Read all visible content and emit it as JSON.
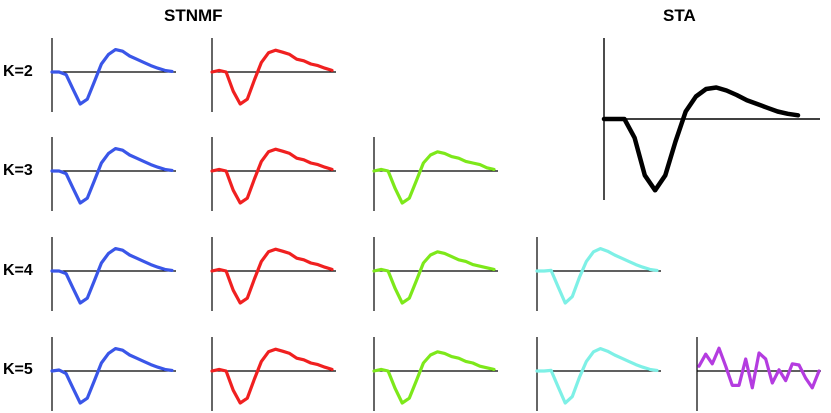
{
  "titles": {
    "stnmf": "STNMF",
    "sta": "STA"
  },
  "row_labels": [
    "K=2",
    "K=3",
    "K=4",
    "K=5"
  ],
  "colors": {
    "blue": "#3a56e8",
    "red": "#f02020",
    "green": "#7de81a",
    "cyan": "#7ef0e6",
    "purple": "#b43ce0",
    "black": "#000000",
    "axis": "#000000"
  },
  "chart_data": [
    {
      "type": "line",
      "title": "STNMF",
      "rows": [
        {
          "label": "K=2",
          "series": [
            {
              "color": "blue",
              "values": [
                0,
                0,
                -0.08,
                -0.55,
                -1.0,
                -0.85,
                -0.3,
                0.25,
                0.55,
                0.7,
                0.65,
                0.5,
                0.4,
                0.3,
                0.2,
                0.12,
                0.05,
                0.02
              ]
            },
            {
              "color": "red",
              "values": [
                0,
                0.05,
                0,
                -0.6,
                -1.0,
                -0.85,
                -0.25,
                0.3,
                0.6,
                0.68,
                0.62,
                0.55,
                0.4,
                0.35,
                0.25,
                0.2,
                0.12,
                0.05
              ]
            }
          ]
        },
        {
          "label": "K=3",
          "series": [
            {
              "color": "blue",
              "values": [
                0,
                0,
                -0.08,
                -0.55,
                -1.0,
                -0.85,
                -0.3,
                0.25,
                0.55,
                0.7,
                0.65,
                0.5,
                0.4,
                0.3,
                0.2,
                0.12,
                0.05,
                0.02
              ]
            },
            {
              "color": "red",
              "values": [
                0,
                0.05,
                0,
                -0.6,
                -1.0,
                -0.85,
                -0.25,
                0.3,
                0.6,
                0.68,
                0.62,
                0.55,
                0.4,
                0.35,
                0.25,
                0.2,
                0.12,
                0.05
              ]
            },
            {
              "color": "green",
              "values": [
                0,
                0.05,
                0,
                -0.55,
                -1.0,
                -0.85,
                -0.3,
                0.25,
                0.5,
                0.6,
                0.55,
                0.45,
                0.4,
                0.3,
                0.25,
                0.2,
                0.1,
                0.05
              ]
            }
          ]
        },
        {
          "label": "K=4",
          "series": [
            {
              "color": "blue",
              "values": [
                0,
                0,
                -0.08,
                -0.55,
                -1.0,
                -0.85,
                -0.3,
                0.25,
                0.55,
                0.7,
                0.65,
                0.5,
                0.4,
                0.3,
                0.2,
                0.12,
                0.05,
                0.02
              ]
            },
            {
              "color": "red",
              "values": [
                0,
                0.05,
                0,
                -0.6,
                -1.0,
                -0.85,
                -0.25,
                0.3,
                0.6,
                0.68,
                0.62,
                0.55,
                0.4,
                0.35,
                0.25,
                0.2,
                0.12,
                0.05
              ]
            },
            {
              "color": "green",
              "values": [
                0,
                0.05,
                0,
                -0.55,
                -1.0,
                -0.85,
                -0.3,
                0.25,
                0.5,
                0.6,
                0.55,
                0.45,
                0.35,
                0.3,
                0.2,
                0.15,
                0.1,
                0.05
              ]
            },
            {
              "color": "cyan",
              "values": [
                0,
                0,
                0.02,
                -0.5,
                -1.0,
                -0.8,
                -0.2,
                0.3,
                0.6,
                0.7,
                0.62,
                0.5,
                0.4,
                0.3,
                0.2,
                0.12,
                0.05,
                0.02
              ]
            }
          ]
        },
        {
          "label": "K=5",
          "series": [
            {
              "color": "blue",
              "values": [
                0,
                0.03,
                -0.08,
                -0.55,
                -1.0,
                -0.85,
                -0.3,
                0.25,
                0.55,
                0.7,
                0.65,
                0.5,
                0.4,
                0.3,
                0.2,
                0.12,
                0.05,
                0.02
              ]
            },
            {
              "color": "red",
              "values": [
                0,
                0.05,
                0,
                -0.6,
                -1.0,
                -0.85,
                -0.25,
                0.3,
                0.6,
                0.68,
                0.62,
                0.55,
                0.4,
                0.35,
                0.25,
                0.2,
                0.12,
                0.05
              ]
            },
            {
              "color": "green",
              "values": [
                0,
                0.05,
                0,
                -0.55,
                -1.0,
                -0.85,
                -0.3,
                0.25,
                0.5,
                0.6,
                0.55,
                0.45,
                0.4,
                0.3,
                0.25,
                0.15,
                0.1,
                0.05
              ]
            },
            {
              "color": "cyan",
              "values": [
                0,
                0,
                0.02,
                -0.5,
                -1.0,
                -0.8,
                -0.2,
                0.3,
                0.6,
                0.7,
                0.62,
                0.5,
                0.4,
                0.3,
                0.2,
                0.12,
                0.05,
                0.02
              ]
            },
            {
              "color": "purple",
              "values": [
                0.2,
                0.7,
                0.3,
                0.95,
                0.2,
                -0.6,
                -0.6,
                0.5,
                -0.7,
                0.75,
                0.5,
                -0.5,
                0.05,
                -0.4,
                0.3,
                0.25,
                -0.3,
                -0.7,
                0.0
              ]
            }
          ]
        }
      ]
    },
    {
      "type": "line",
      "title": "STA",
      "series": [
        {
          "color": "black",
          "values": [
            0,
            0,
            0,
            -0.25,
            -0.75,
            -0.95,
            -0.75,
            -0.3,
            0.1,
            0.3,
            0.4,
            0.42,
            0.38,
            0.32,
            0.25,
            0.2,
            0.15,
            0.1,
            0.07,
            0.05
          ]
        }
      ]
    }
  ]
}
